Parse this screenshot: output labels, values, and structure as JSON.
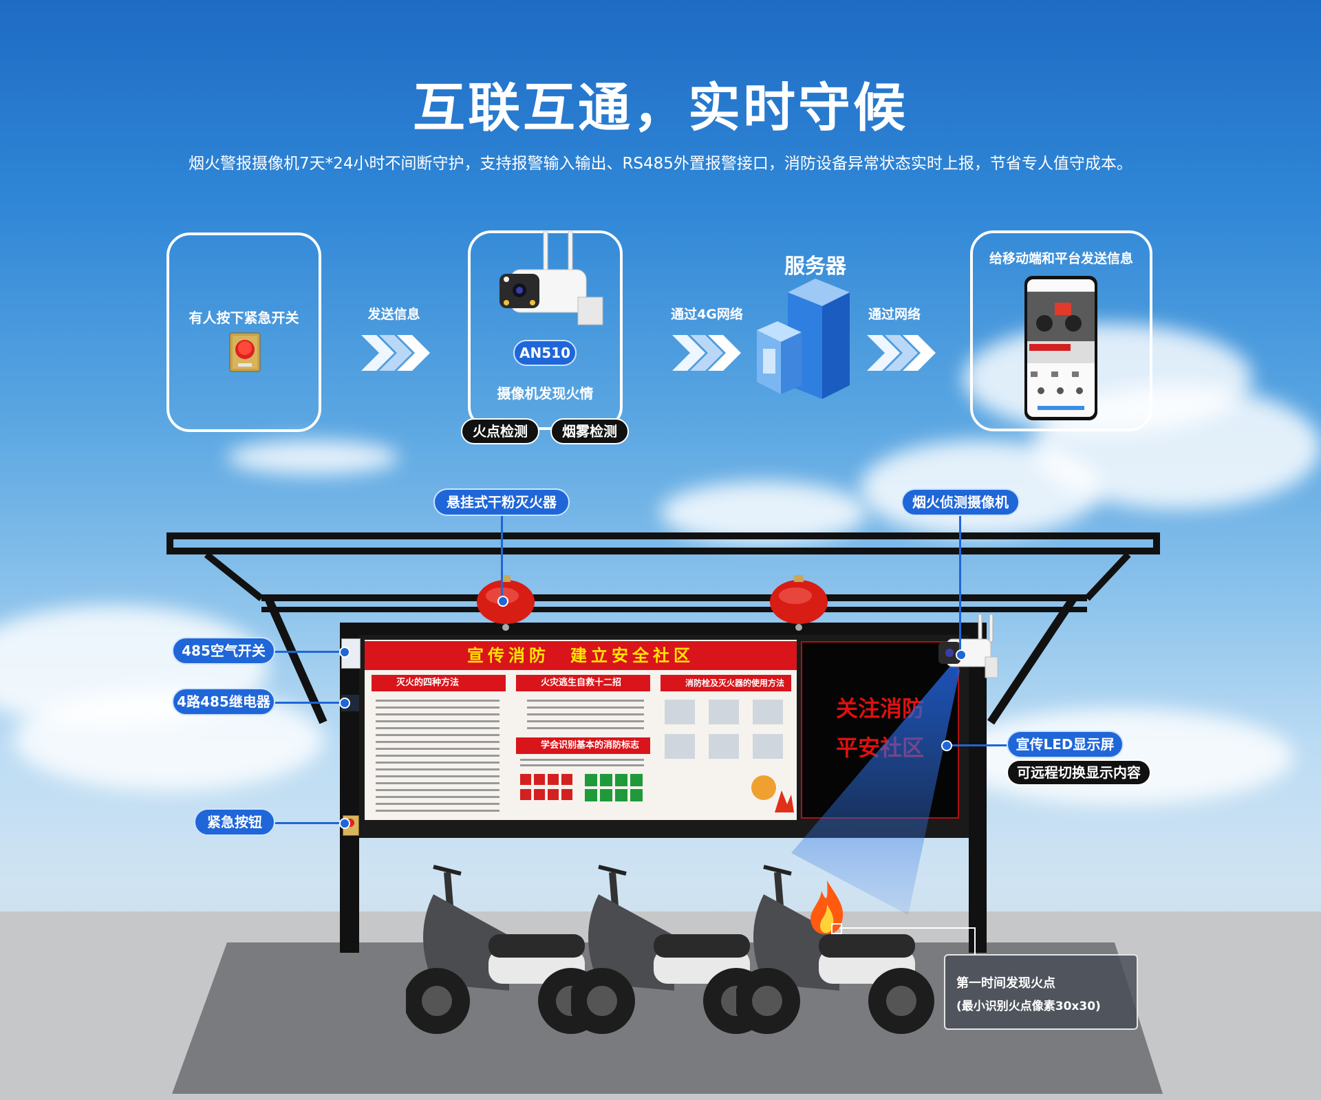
{
  "header": {
    "title": "互联互通，实时守候",
    "subtitle": "烟火警报摄像机7天*24小时不间断守护，支持报警输入输出、RS485外置报警接口，消防设备异常状态实时上报，节省专人值守成本。"
  },
  "flow": {
    "step1_label": "有人按下紧急开关",
    "arrow1_label": "发送信息",
    "camera_model": "AN510",
    "step2_label": "摄像机发现火情",
    "tag_fire": "火点检测",
    "tag_smoke": "烟雾检测",
    "arrow2_label": "通过4G网络",
    "server_label": "服务器",
    "arrow3_label": "通过网络",
    "step4_label": "给移动端和平台发送信息"
  },
  "scene": {
    "callout_extinguisher": "悬挂式干粉灭火器",
    "callout_camera": "烟火侦测摄像机",
    "callout_air_switch": "485空气开关",
    "callout_relay": "4路485继电器",
    "callout_emergency": "紧急按钮",
    "callout_led": "宣传LED显示屏",
    "callout_led_note": "可远程切换显示内容",
    "board_title": "宣传消防　建立安全社区",
    "board_sections": [
      "灭火的四种方法",
      "火灾逃生自救十二招",
      "消防栓及灭火器的使用方法",
      "学会识别基本的消防标志"
    ],
    "led_line1": "关注消防",
    "led_line2": "平安社区",
    "detect_line1": "第一时间发现火点",
    "detect_line2": "(最小识别火点像素30x30)"
  },
  "colors": {
    "accent": "#1f66d8",
    "led_text": "#e01010",
    "board_red": "#d9141a"
  }
}
